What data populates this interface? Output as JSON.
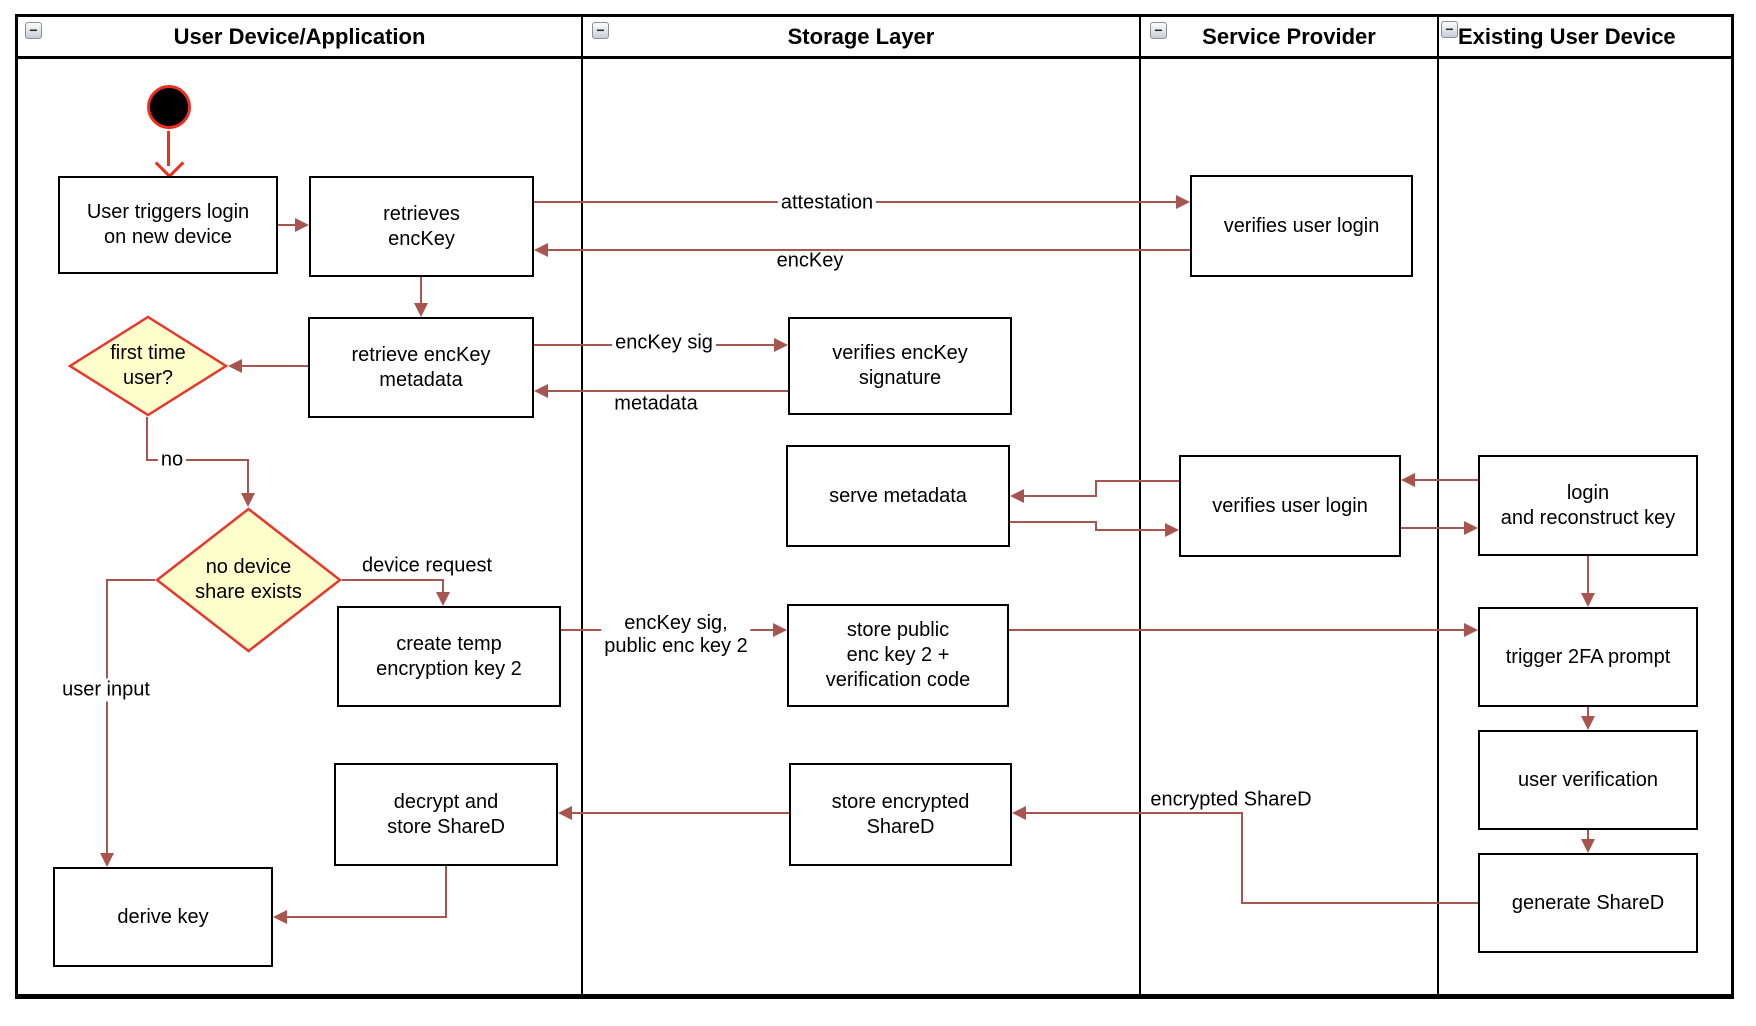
{
  "lanes": [
    {
      "title": "User Device/Application",
      "icon": "−"
    },
    {
      "title": "Storage Layer",
      "icon": "−"
    },
    {
      "title": "Service Provider",
      "icon": "−"
    },
    {
      "title": "Existing User Device",
      "icon": "−"
    }
  ],
  "nodes": {
    "user_triggers": "User triggers login\non new device",
    "retrieves_enckey": "retrieves\nencKey",
    "verifies_login_1": "verifies user login",
    "retrieve_metadata": "retrieve encKey\nmetadata",
    "first_time_user": "first time\nuser?",
    "verifies_sig": "verifies encKey\nsignature",
    "serve_metadata": "serve metadata",
    "verifies_login_2": "verifies user login",
    "login_reconstruct": "login\nand reconstruct key",
    "no_device_share": "no device\nshare exists",
    "create_temp_key": "create temp\nencryption key 2",
    "store_public_key": "store public\nenc key 2 +\nverification code",
    "trigger_2fa": "trigger 2FA prompt",
    "user_verification": "user verification",
    "decrypt_store": "decrypt and\nstore ShareD",
    "store_encrypted": "store encrypted\nShareD",
    "generate_shared": "generate ShareD",
    "derive_key": "derive key"
  },
  "edges": {
    "attestation": "attestation",
    "enckey": "encKey",
    "enckey_sig": "encKey sig",
    "metadata": "metadata",
    "no": "no",
    "device_request": "device request",
    "enckey_sig_public": "encKey sig,\npublic enc key 2",
    "user_input": "user input",
    "encrypted_shared": "encrypted ShareD"
  },
  "colors": {
    "connector": "#a8554f",
    "highlight": "#ee2e1f",
    "diamond_fill": "#ffffcc",
    "diamond_stroke": "#e8382c",
    "start_fill": "#000000"
  }
}
